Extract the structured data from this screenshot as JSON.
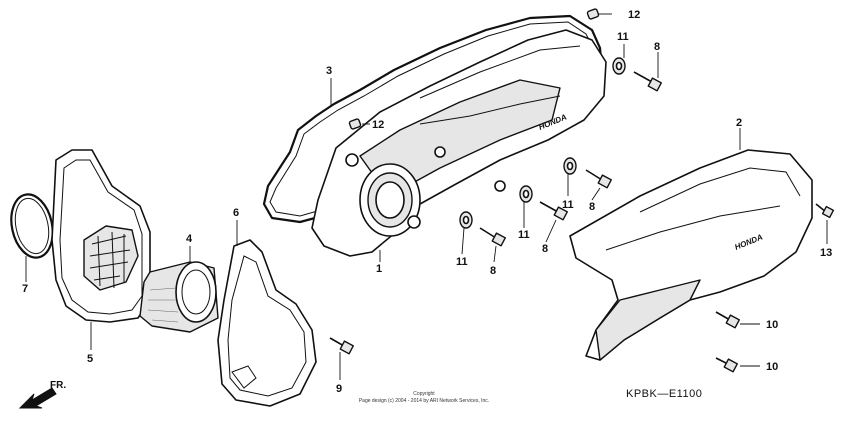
{
  "callouts": {
    "c1": "1",
    "c2": "2",
    "c3": "3",
    "c4": "4",
    "c5": "5",
    "c6": "6",
    "c7": "7",
    "c8a": "8",
    "c8b": "8",
    "c8c": "8",
    "c8d": "8",
    "c9": "9",
    "c10a": "10",
    "c10b": "10",
    "c11a": "11",
    "c11b": "11",
    "c11c": "11",
    "c11d": "11",
    "c12a": "12",
    "c12b": "12",
    "c13": "13"
  },
  "brand_text": "HONDA",
  "direction_label": "FR.",
  "diagram_code": "KPBK—E1100",
  "copyright": {
    "line1": "Copyright",
    "line2": "Page design (c) 2004 - 2014 by ARI Network Services, Inc."
  }
}
